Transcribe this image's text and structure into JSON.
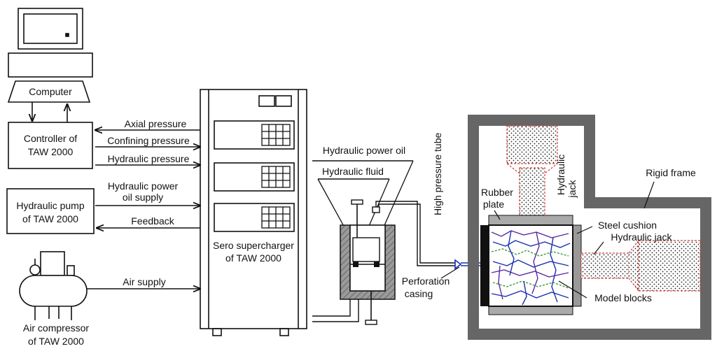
{
  "computer": {
    "label": "Computer"
  },
  "controller": {
    "line1": "Controller of",
    "line2": "TAW 2000"
  },
  "pump": {
    "line1": "Hydraulic pump",
    "line2": "of TAW 2000"
  },
  "air_compressor": {
    "line1": "Air compressor",
    "line2": "of TAW 2000"
  },
  "signals": {
    "axial_pressure": "Axial pressure",
    "confining_pressure": "Confining pressure",
    "hydraulic_pressure": "Hydraulic pressure",
    "hydraulic_power_oil_supply_1": "Hydraulic power",
    "hydraulic_power_oil_supply_2": "oil supply",
    "feedback": "Feedback",
    "air_supply": "Air supply"
  },
  "supercharger": {
    "line1": "Sero supercharger",
    "line2": "of TAW 2000"
  },
  "cylinder": {
    "hydraulic_power_oil": "Hydraulic power oil",
    "hydraulic_fluid": "Hydraulic fluid",
    "high_pressure_tube": "High pressure tube",
    "perforation_casing_1": "Perforation",
    "perforation_casing_2": "casing"
  },
  "frame": {
    "rigid_frame": "Rigid frame",
    "rubber_plate_1": "Rubber",
    "rubber_plate_2": "plate",
    "hydraulic_jack_vertical_1": "Hydraulic",
    "hydraulic_jack_vertical_2": "jack",
    "steel_cushion": "Steel cushion",
    "hydraulic_jack_horizontal": "Hydraulic jack",
    "model_blocks": "Model blocks"
  },
  "colors": {
    "line": "#111111",
    "frame_fill": "#666666",
    "jack_dash": "#d04040",
    "crack_blue": "#1a2fb0",
    "crack_purple": "#5a2aa0",
    "crack_green": "#3a9a3a"
  }
}
